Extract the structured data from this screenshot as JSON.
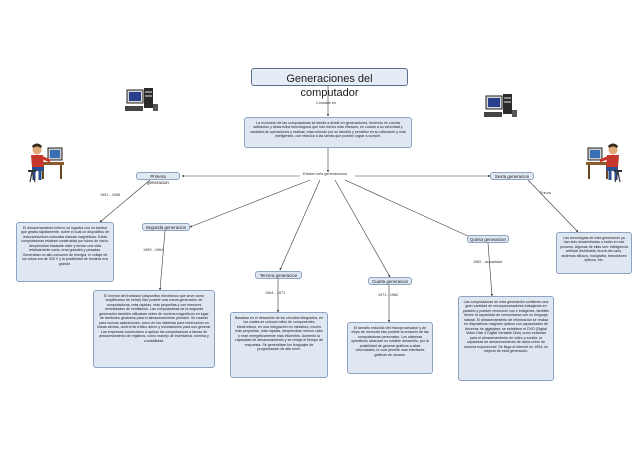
{
  "title": "Generaciones del computador",
  "intro": {
    "link": "Consiste en",
    "text": "La evolución de las computadoras se tiende a dividir en generaciones, teniendo en cuenta adelantos y desarrollos tecnológicos que han hecho más eficaces, en cuanto a su velocidad y cantidad de operaciones y realizar, más cómodo por su tamaño y sencillez en su utilización y más inteligentes, con relación a las tareas que pueden lograr a cumplir."
  },
  "hub_label": "Existen seis generaciones",
  "generations": [
    {
      "name": "Primera generacion",
      "period": "1951 - 1958",
      "description": "El almacenamiento interno se lograba con un tambor que giraba rápidamente, sobre el cual un dispositivo de lectura/escritura colocaba marcas magnéticas. Estas computadoras estaban construidas por tubos de vacío, desprendían bastante calor y tenían una vida relativamente corta, eran grandes y pesadas. Generaban un alto consumo de energía, el voltaje de los tubos era de 300 V y la posibilidad de fundirse era grande."
    },
    {
      "name": "Segunda generacion",
      "period": "1959 - 1964",
      "description": "El invento del transistor (dispositivo electrónico que sirve como amplificador de señal) hizo posible una nueva generación de computadoras, más rápidas, más pequeñas y con menores necesidades de ventilación. Las computadoras de la segunda generación también utilizaban redes de núcleos magnéticos en lugar de tambores giratorios para el almacenamiento primario. Se usaban para nuevas aplicaciones, como en los sistemas para reservación en líneas aéreas, control de tráfico aéreo y simulaciones para uso general. Las empresas comenzaron a aplicar las computadoras a tareas de almacenamiento de registros, como manejo de inventarios, nómina y contabilidad."
    },
    {
      "name": "Tercera generacion",
      "period": "1964 - 1971",
      "description": "Basaban en el desarrollo de los circuitos integrados, en los cuales se colocan miles de componentes electrónicos, en una integración en miniatura, mucho más pequeñas, más rápidas, desprendían menos calor y eran energéticamente más eficientes. Aumentó la capacidad de almacenamiento y se redujo el tiempo de respuesta. Se generalizan los lenguajes de programación de alto nivel."
    },
    {
      "name": "Cuarta generacion",
      "period": "1971 - 1982",
      "description": "El tamaño reducido del microprocesador y de chips de memoria hizo posible la creación de las computadoras personales. Los sistemas operativos alcanzan un notable desarrollo, por la posibilidad de generar gráficos a altas velocidades, lo cual permite usar interfaces gráficas de usuario."
    },
    {
      "name": "Quinta generacion",
      "period": "1982 - actualidad",
      "description": "Las computadoras de esta generación contienen una gran cantidad de microprocesadores trabajando en paralelo y pueden reconocer voz e imágenes, también tienen la capacidad de comunicarse con un lenguaje natural. El almacenamiento de información se realiza en dispositivos magneto ópticos con capacidades de decenas de gigabytes; se establece el DVD (Digital Video Disk o Digital Versatile Disk) como estándar para el almacenamiento de video y sonido; la capacidad de almacenamiento de datos crece de manera exponencial. Se llega al internet en 1994; es mejorar de esta generación."
    },
    {
      "name": "Sexta generacion",
      "period": "Futuro",
      "description": "Las tecnologías de esta generación ya han sido desarrolladas o están en ese proceso. Algunas de ellas son: inteligencia artificial distribuida, teoría del caos, sistemas difusos, holografía, transistores ópticos, etc."
    }
  ],
  "colors": {
    "box_fill": "#dfe7f3",
    "box_border": "#8ea3bf",
    "line": "#3a3a3a"
  },
  "icons": [
    "desktop-computer-icon",
    "person-at-computer-icon"
  ]
}
